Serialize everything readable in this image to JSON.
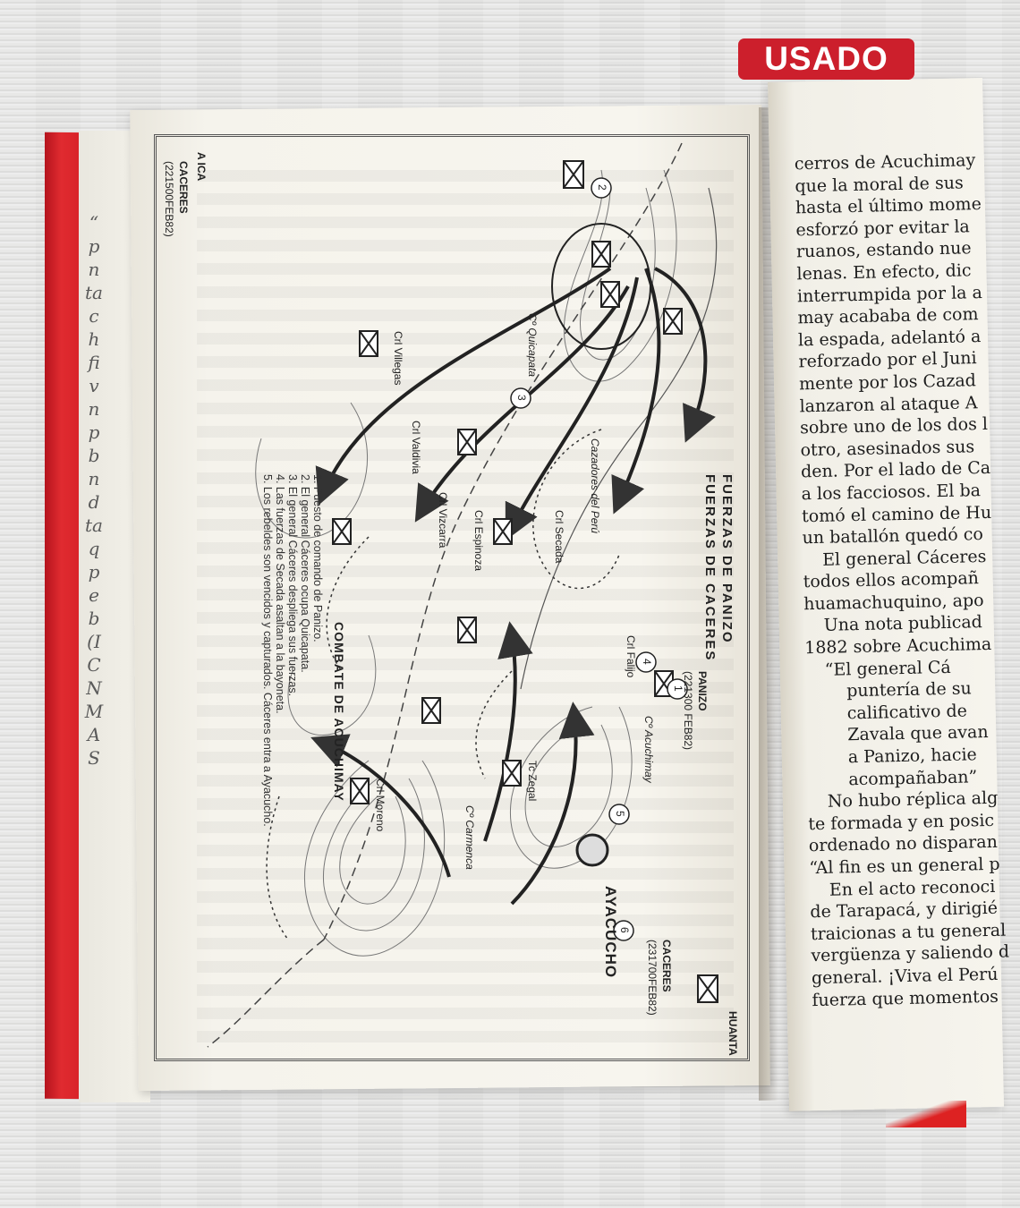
{
  "badge": {
    "label": "USADO",
    "color": "#cc1f2c"
  },
  "underpage": {
    "letters": [
      "“",
      "p",
      "n",
      "ta",
      "c",
      "h",
      "fi",
      "v",
      "n",
      "p",
      "b",
      "n",
      "d",
      "ta",
      "q",
      "p",
      "e",
      "b",
      "(I",
      "C",
      "N",
      "M",
      "A",
      "S"
    ]
  },
  "map": {
    "title_line1": "FUERZAS DE PANIZO",
    "title_line2": "FUERZAS DE CACERES",
    "legend_title": "COMBATE DE ACUCHIMAY",
    "legend": [
      "1. Puesto de comando de Panizo.",
      "2. El general Cáceres ocupa Quicapata.",
      "3. El general Cáceres despliega sus fuerzas.",
      "4. Las fuerzas de Secada asaltan a la bayoneta.",
      "5. Los rebeldes son vencidos y capturados. Cáceres entra a Ayacucho."
    ],
    "labels": {
      "aica": "A ICA",
      "huanta": "HUANTA",
      "ayacucho": "AYACUCHO",
      "caceres_a": "CACERES",
      "caceres_a_date": "(221500FEB82)",
      "caceres_b": "CACERES",
      "caceres_b_date": "(231700FEB82)",
      "panizo": "PANIZO",
      "panizo_date": "(221300 FEB82)",
      "quicapata": "Cº Quicapata",
      "acuchimay": "Cº Acuchimay",
      "carmenca": "Cº Carmenca",
      "villegas": "Crl Villegas",
      "valdivia": "Crl Valdivia",
      "vizcarra": "Crl Vizcarra",
      "espinoza": "Crl Espinoza",
      "secada": "Crl Secada",
      "cazadores": "Cazadores del Perú",
      "falijo": "Crl Falijo",
      "zegal": "Tc Zegal",
      "moreno": "Crl Moreno",
      "n1": "1",
      "n2": "2",
      "n3": "3",
      "n4": "4",
      "n5": "5",
      "n6": "6"
    }
  },
  "right_page": {
    "lines": [
      "cerros de Acuchimay",
      "que la moral de sus",
      "hasta el último mome",
      "esforzó por evitar la",
      "ruanos, estando nue",
      "lenas. En efecto, dic",
      "interrumpida por la a",
      "may acababa de com",
      "la espada, adelantó a",
      "reforzado por el Juni",
      "mente por los Cazad",
      "lanzaron al ataque A",
      "sobre uno de los dos l",
      "otro, asesinados sus",
      "den. Por el lado de Ca",
      "a los facciosos. El ba",
      "tomó el camino de Hu",
      "un batallón quedó co",
      "El general Cáceres",
      "todos ellos acompañ",
      "huamachuquino, apo",
      "Una nota publicad",
      "1882 sobre Acuchima",
      "“El general Cá",
      "puntería de su",
      "calificativo de",
      "Zavala que avan",
      "a Panizo, hacie",
      "acompañaban”",
      "No hubo réplica alg",
      "te formada y en posic",
      "ordenado no disparan",
      "“Al fin es un general p",
      "En el acto reconoci",
      "de Tarapacá, y dirigié",
      "traicionas a tu general",
      "vergüenza y saliendo d",
      "general. ¡Viva el Perú",
      "fuerza que momentos"
    ]
  }
}
